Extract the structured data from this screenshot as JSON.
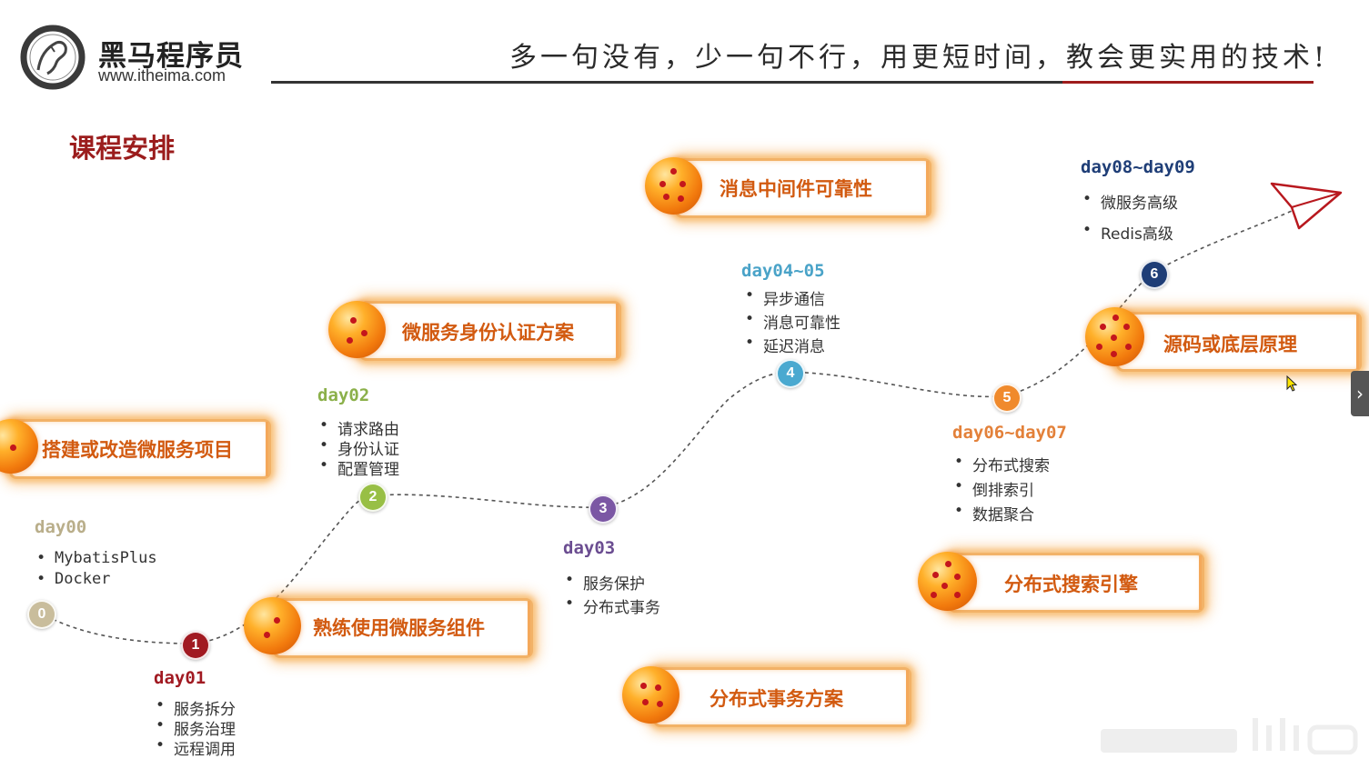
{
  "header": {
    "logo_cn": "黑马程序员",
    "logo_url": "www.itheima.com",
    "slogan": "多一句没有，少一句不行，用更短时间，教会更实用的技术!"
  },
  "section_title": "课程安排",
  "cards": {
    "c1": "搭建或改造微服务项目",
    "c2": "熟练使用微服务组件",
    "c3": "微服务身份认证方案",
    "c4": "分布式事务方案",
    "c5": "消息中间件可靠性",
    "c6": "分布式搜索引擎",
    "c7": "源码或底层原理"
  },
  "nodes": [
    "0",
    "1",
    "2",
    "3",
    "4",
    "5",
    "6"
  ],
  "days": {
    "d0": {
      "label": "day00",
      "items": [
        "MybatisPlus",
        "Docker"
      ]
    },
    "d1": {
      "label": "day01",
      "items": [
        "服务拆分",
        "服务治理",
        "远程调用"
      ]
    },
    "d2": {
      "label": "day02",
      "items": [
        "请求路由",
        "身份认证",
        "配置管理"
      ]
    },
    "d3": {
      "label": "day03",
      "items": [
        "服务保护",
        "分布式事务"
      ]
    },
    "d4": {
      "label": "day04~05",
      "items": [
        "异步通信",
        "消息可靠性",
        "延迟消息"
      ]
    },
    "d5": {
      "label": "day06~day07",
      "items": [
        "分布式搜索",
        "倒排索引",
        "数据聚合"
      ]
    },
    "d6": {
      "label": "day08~day09",
      "items": [
        "微服务高级",
        "Redis高级"
      ]
    }
  },
  "colors": {
    "node0": "#c9bd9c",
    "node1": "#a11a22",
    "node2": "#98bf45",
    "node3": "#7b57a4",
    "node4": "#4aa9d0",
    "node5": "#f08a2c",
    "node6": "#1f3e77",
    "day0": "#b9ae8a",
    "day1": "#a11a22",
    "day2": "#8bb04a",
    "day3": "#6b4d91",
    "day4": "#4aa3c8",
    "day5": "#e3813a",
    "day6": "#1f3e77"
  },
  "icons": [
    "logo-horse-icon",
    "dragon-ball-icon",
    "paper-plane-icon",
    "chevron-right-icon",
    "mouse-cursor-icon",
    "bilibili-watermark-icon"
  ]
}
